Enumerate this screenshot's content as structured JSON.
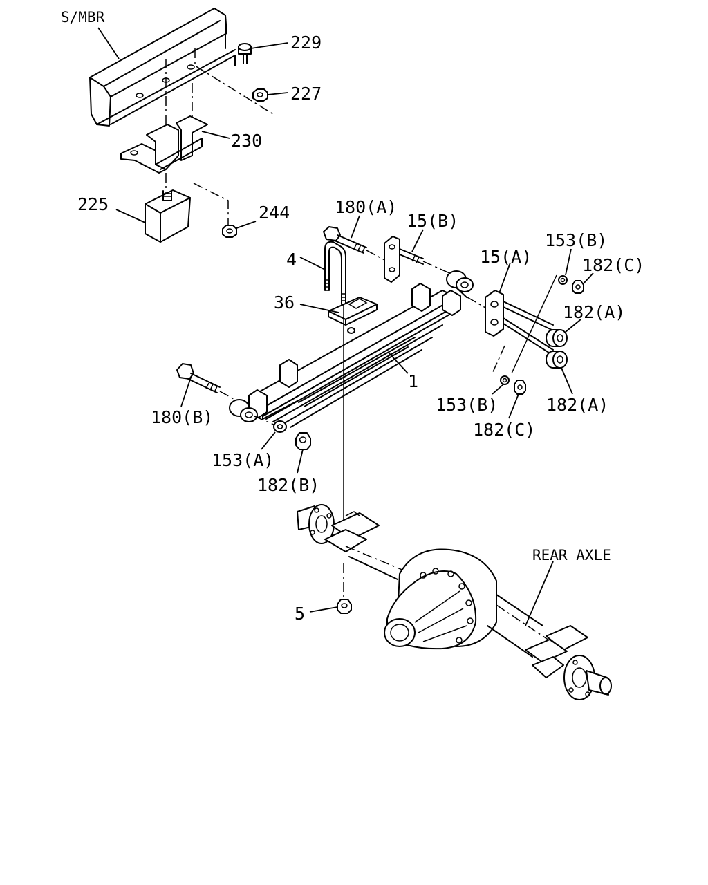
{
  "labels": {
    "smbr": "S/MBR",
    "p229": "229",
    "p227": "227",
    "p230": "230",
    "p225": "225",
    "p244": "244",
    "p180a": "180(A)",
    "p15b": "15(B)",
    "p15a": "15(A)",
    "p153b_top": "153(B)",
    "p182c_top": "182(C)",
    "p182a_top": "182(A)",
    "p182a_bottom": "182(A)",
    "p153b_bottom": "153(B)",
    "p182c_bottom": "182(C)",
    "p4": "4",
    "p36": "36",
    "p1": "1",
    "p180b": "180(B)",
    "p153a": "153(A)",
    "p182b": "182(B)",
    "p5": "5",
    "rear_axle": "REAR AXLE"
  }
}
